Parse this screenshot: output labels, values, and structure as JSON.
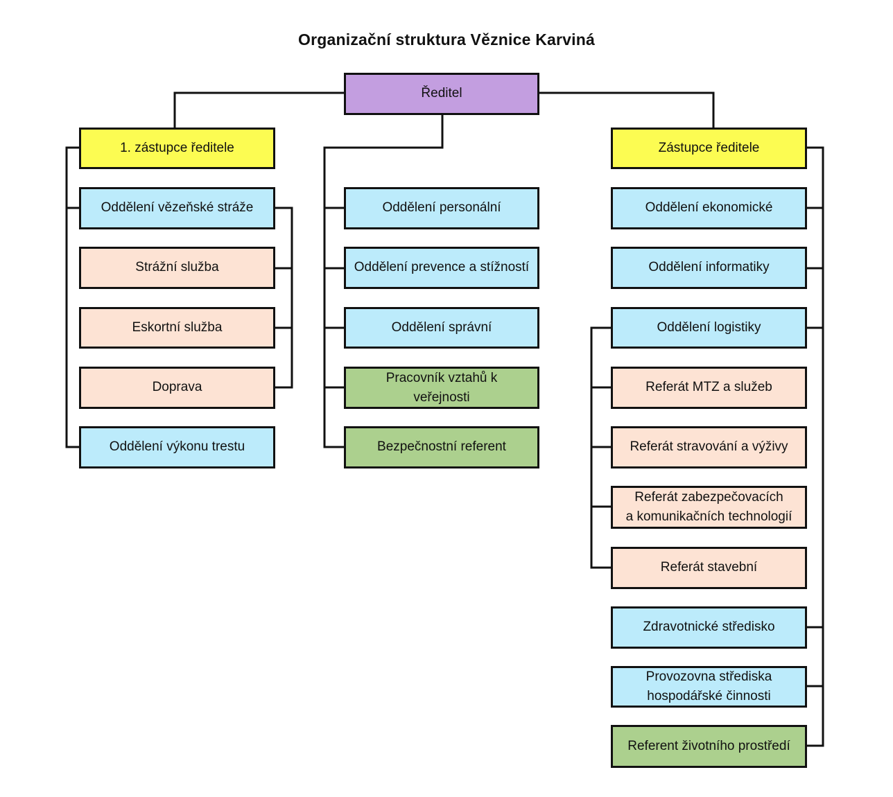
{
  "title": "Organizační struktura Věznice Karviná",
  "colors": {
    "director": "#c39ee0",
    "deputy": "#fcfc52",
    "department": "#bcebfb",
    "unit": "#fde3d4",
    "specialist": "#acd08e",
    "line": "#111111"
  },
  "nodes": {
    "director": "Ředitel",
    "deputy1": "1. zástupce ředitele",
    "deputy2": "Zástupce ředitele",
    "left": {
      "guard_dept": "Oddělení vězeňské stráže",
      "guard_service": "Strážní služba",
      "escort_service": "Eskortní služba",
      "transport": "Doprava",
      "sentence_dept": "Oddělení výkonu trestu"
    },
    "middle": {
      "personnel": "Oddělení personální",
      "prevention": "Oddělení prevence a stížností",
      "administrative": "Oddělení správní",
      "pr_line1": "Pracovník vztahů k",
      "pr_line2": "veřejnosti",
      "security": "Bezpečnostní referent"
    },
    "right": {
      "economic": "Oddělení ekonomické",
      "it": "Oddělení informatiky",
      "logistics": "Oddělení logistiky",
      "mtz": "Referát MTZ a služeb",
      "catering": "Referát stravování a výživy",
      "tech_line1": "Referát zabezpečovacích",
      "tech_line2": "a komunikačních technologií",
      "construction": "Referát stavební",
      "medical": "Zdravotnické středisko",
      "plant_line1": "Provozovna střediska",
      "plant_line2": "hospodářské činnosti",
      "environment": "Referent životního prostředí"
    }
  }
}
